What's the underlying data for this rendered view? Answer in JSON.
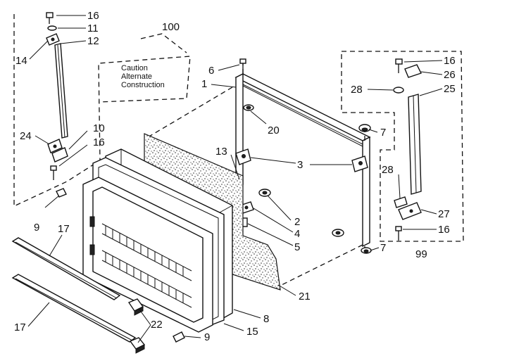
{
  "labels": {
    "p1": "1",
    "p2": "2",
    "p3": "3",
    "p4": "4",
    "p5": "5",
    "p6": "6",
    "p7a": "7",
    "p7b": "7",
    "p8": "8",
    "p9a": "9",
    "p9b": "9",
    "p10": "10",
    "p11": "11",
    "p12": "12",
    "p13": "13",
    "p14": "14",
    "p15": "15",
    "p16a": "16",
    "p16b": "16",
    "p16c": "16",
    "p16d": "16",
    "p17a": "17",
    "p17b": "17",
    "p20": "20",
    "p21": "21",
    "p22": "22",
    "p24": "24",
    "p25": "25",
    "p26": "26",
    "p27": "27",
    "p28a": "28",
    "p28b": "28",
    "p99": "99",
    "p100": "100"
  },
  "note": {
    "line1": "Caution",
    "line2": "Alternate",
    "line3": "Construction"
  }
}
